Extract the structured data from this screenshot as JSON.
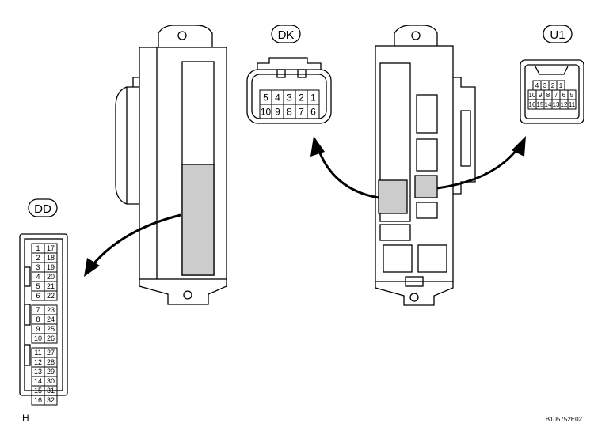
{
  "connectors": {
    "dd": {
      "label": "DD",
      "rows": [
        [
          "1",
          "17"
        ],
        [
          "2",
          "18"
        ],
        [
          "3",
          "19"
        ],
        [
          "4",
          "20"
        ],
        [
          "5",
          "21"
        ],
        [
          "6",
          "22"
        ],
        [
          "7",
          "23"
        ],
        [
          "8",
          "24"
        ],
        [
          "9",
          "25"
        ],
        [
          "10",
          "26"
        ],
        [
          "11",
          "27"
        ],
        [
          "12",
          "28"
        ],
        [
          "13",
          "29"
        ],
        [
          "14",
          "30"
        ],
        [
          "15",
          "31"
        ],
        [
          "16",
          "32"
        ]
      ]
    },
    "dk": {
      "label": "DK",
      "row1": [
        "5",
        "4",
        "3",
        "2",
        "1"
      ],
      "row2": [
        "10",
        "9",
        "8",
        "7",
        "6"
      ]
    },
    "u1": {
      "label": "U1",
      "row1": [
        "4",
        "3",
        "2",
        "1"
      ],
      "row2": [
        "10",
        "9",
        "8",
        "7",
        "6",
        "5"
      ],
      "row3": [
        "16",
        "15",
        "14",
        "13",
        "12",
        "11"
      ]
    }
  },
  "footer": {
    "left": "H",
    "right": "B105752E02"
  },
  "colors": {
    "line": "#000000",
    "highlight": "#cccccc"
  }
}
